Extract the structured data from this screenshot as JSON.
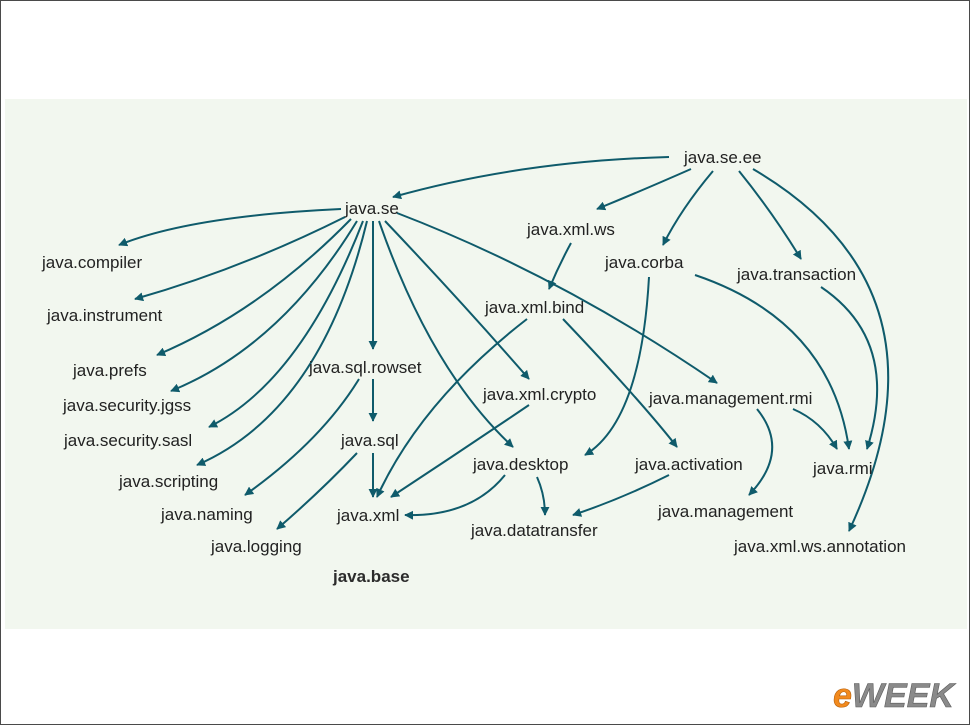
{
  "diagram": {
    "nodes": {
      "java_se_ee": "java.se.ee",
      "java_se": "java.se",
      "java_compiler": "java.compiler",
      "java_instrument": "java.instrument",
      "java_prefs": "java.prefs",
      "java_security_jgss": "java.security.jgss",
      "java_security_sasl": "java.security.sasl",
      "java_scripting": "java.scripting",
      "java_naming": "java.naming",
      "java_logging": "java.logging",
      "java_base": "java.base",
      "java_sql_rowset": "java.sql.rowset",
      "java_sql": "java.sql",
      "java_xml": "java.xml",
      "java_xml_ws": "java.xml.ws",
      "java_xml_bind": "java.xml.bind",
      "java_xml_crypto": "java.xml.crypto",
      "java_desktop": "java.desktop",
      "java_datatransfer": "java.datatransfer",
      "java_corba": "java.corba",
      "java_activation": "java.activation",
      "java_management_rmi": "java.management.rmi",
      "java_management": "java.management",
      "java_transaction": "java.transaction",
      "java_rmi": "java.rmi",
      "java_xml_ws_annotation": "java.xml.ws.annotation"
    },
    "edges": [
      [
        "java_se_ee",
        "java_se"
      ],
      [
        "java_se_ee",
        "java_xml_ws"
      ],
      [
        "java_se_ee",
        "java_corba"
      ],
      [
        "java_se_ee",
        "java_transaction"
      ],
      [
        "java_se_ee",
        "java_xml_ws_annotation"
      ],
      [
        "java_se",
        "java_compiler"
      ],
      [
        "java_se",
        "java_instrument"
      ],
      [
        "java_se",
        "java_prefs"
      ],
      [
        "java_se",
        "java_security_jgss"
      ],
      [
        "java_se",
        "java_security_sasl"
      ],
      [
        "java_se",
        "java_scripting"
      ],
      [
        "java_se",
        "java_sql_rowset"
      ],
      [
        "java_se",
        "java_xml_crypto"
      ],
      [
        "java_se",
        "java_desktop"
      ],
      [
        "java_se",
        "java_management_rmi"
      ],
      [
        "java_xml_ws",
        "java_xml_bind"
      ],
      [
        "java_xml_bind",
        "java_xml"
      ],
      [
        "java_xml_bind",
        "java_activation"
      ],
      [
        "java_corba",
        "java_desktop"
      ],
      [
        "java_corba",
        "java_rmi"
      ],
      [
        "java_transaction",
        "java_rmi"
      ],
      [
        "java_sql_rowset",
        "java_sql"
      ],
      [
        "java_sql_rowset",
        "java_naming"
      ],
      [
        "java_sql",
        "java_xml"
      ],
      [
        "java_sql",
        "java_logging"
      ],
      [
        "java_xml_crypto",
        "java_xml"
      ],
      [
        "java_desktop",
        "java_xml"
      ],
      [
        "java_desktop",
        "java_datatransfer"
      ],
      [
        "java_activation",
        "java_datatransfer"
      ],
      [
        "java_management_rmi",
        "java_rmi"
      ],
      [
        "java_management_rmi",
        "java_management"
      ]
    ]
  },
  "branding": {
    "logo_text": "eWEEK",
    "colors": {
      "edge": "#0f5b6b",
      "panel": "#f2f7ef",
      "logo_orange": "#f28a1e",
      "logo_gray": "#8a8a8a"
    }
  }
}
